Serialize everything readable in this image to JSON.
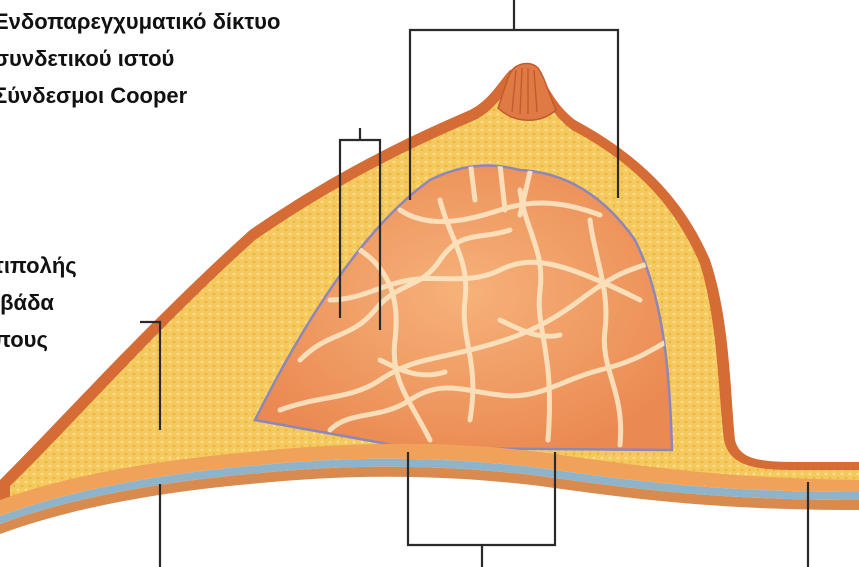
{
  "labels": {
    "top": [
      "Ενδοπαρεγχυματικό δίκτυο",
      "συνδετικού ιστού",
      "Σύνδεσμοι Cooper"
    ],
    "left": [
      "τιπολής",
      "ιβάδα",
      "πους"
    ]
  },
  "colors": {
    "skin": "#c8582a",
    "fat": "#f4c758",
    "gland": "#ef9a5c",
    "septa": "#fbe8c7",
    "fascia": "#8fb4c9",
    "leader": "#2a2a2a"
  }
}
